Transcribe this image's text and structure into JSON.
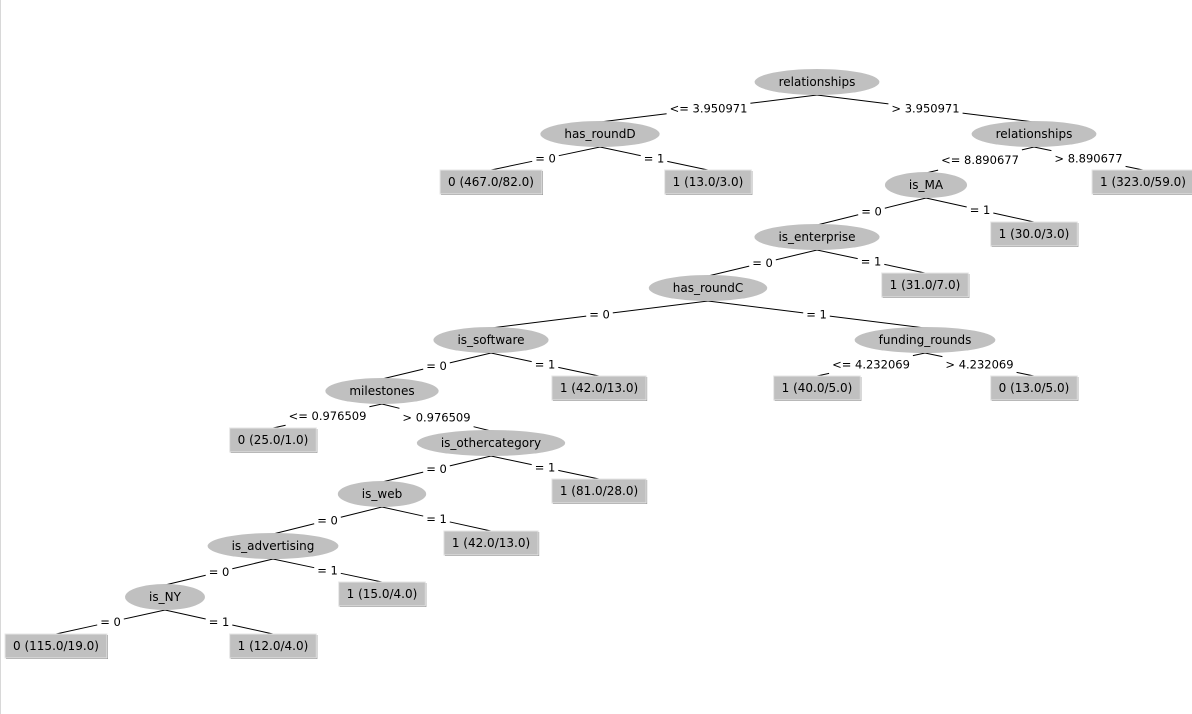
{
  "tree": {
    "nodes": [
      {
        "id": "n_rel1",
        "kind": "split",
        "label": "relationships"
      },
      {
        "id": "n_roundD",
        "kind": "split",
        "label": "has_roundD"
      },
      {
        "id": "n_rel2",
        "kind": "split",
        "label": "relationships"
      },
      {
        "id": "l1",
        "kind": "leaf",
        "label": "0 (467.0/82.0)"
      },
      {
        "id": "l2",
        "kind": "leaf",
        "label": "1 (13.0/3.0)"
      },
      {
        "id": "n_ma",
        "kind": "split",
        "label": "is_MA"
      },
      {
        "id": "l3",
        "kind": "leaf",
        "label": "1 (323.0/59.0)"
      },
      {
        "id": "n_ent",
        "kind": "split",
        "label": "is_enterprise"
      },
      {
        "id": "l4",
        "kind": "leaf",
        "label": "1 (30.0/3.0)"
      },
      {
        "id": "n_roundC",
        "kind": "split",
        "label": "has_roundC"
      },
      {
        "id": "l5",
        "kind": "leaf",
        "label": "1 (31.0/7.0)"
      },
      {
        "id": "n_soft",
        "kind": "split",
        "label": "is_software"
      },
      {
        "id": "n_fund",
        "kind": "split",
        "label": "funding_rounds"
      },
      {
        "id": "n_mile",
        "kind": "split",
        "label": "milestones"
      },
      {
        "id": "l6",
        "kind": "leaf",
        "label": "1 (42.0/13.0)"
      },
      {
        "id": "l7",
        "kind": "leaf",
        "label": "1 (40.0/5.0)"
      },
      {
        "id": "l8",
        "kind": "leaf",
        "label": "0 (13.0/5.0)"
      },
      {
        "id": "l9",
        "kind": "leaf",
        "label": "0 (25.0/1.0)"
      },
      {
        "id": "n_other",
        "kind": "split",
        "label": "is_othercategory"
      },
      {
        "id": "n_web",
        "kind": "split",
        "label": "is_web"
      },
      {
        "id": "l10",
        "kind": "leaf",
        "label": "1 (81.0/28.0)"
      },
      {
        "id": "n_adv",
        "kind": "split",
        "label": "is_advertising"
      },
      {
        "id": "l11",
        "kind": "leaf",
        "label": "1 (42.0/13.0)"
      },
      {
        "id": "n_ny",
        "kind": "split",
        "label": "is_NY"
      },
      {
        "id": "l12",
        "kind": "leaf",
        "label": "1 (15.0/4.0)"
      },
      {
        "id": "l13",
        "kind": "leaf",
        "label": "0 (115.0/19.0)"
      },
      {
        "id": "l14",
        "kind": "leaf",
        "label": "1 (12.0/4.0)"
      }
    ],
    "edges": [
      {
        "from": "n_rel1",
        "to": "n_roundD",
        "label": "<= 3.950971"
      },
      {
        "from": "n_rel1",
        "to": "n_rel2",
        "label": "> 3.950971"
      },
      {
        "from": "n_roundD",
        "to": "l1",
        "label": "= 0"
      },
      {
        "from": "n_roundD",
        "to": "l2",
        "label": "= 1"
      },
      {
        "from": "n_rel2",
        "to": "n_ma",
        "label": "<= 8.890677"
      },
      {
        "from": "n_rel2",
        "to": "l3",
        "label": "> 8.890677"
      },
      {
        "from": "n_ma",
        "to": "n_ent",
        "label": "= 0"
      },
      {
        "from": "n_ma",
        "to": "l4",
        "label": "= 1"
      },
      {
        "from": "n_ent",
        "to": "n_roundC",
        "label": "= 0"
      },
      {
        "from": "n_ent",
        "to": "l5",
        "label": "= 1"
      },
      {
        "from": "n_roundC",
        "to": "n_soft",
        "label": "= 0"
      },
      {
        "from": "n_roundC",
        "to": "n_fund",
        "label": "= 1"
      },
      {
        "from": "n_soft",
        "to": "n_mile",
        "label": "= 0"
      },
      {
        "from": "n_soft",
        "to": "l6",
        "label": "= 1"
      },
      {
        "from": "n_fund",
        "to": "l7",
        "label": "<= 4.232069"
      },
      {
        "from": "n_fund",
        "to": "l8",
        "label": "> 4.232069"
      },
      {
        "from": "n_mile",
        "to": "l9",
        "label": "<= 0.976509"
      },
      {
        "from": "n_mile",
        "to": "n_other",
        "label": "> 0.976509"
      },
      {
        "from": "n_other",
        "to": "n_web",
        "label": "= 0"
      },
      {
        "from": "n_other",
        "to": "l10",
        "label": "= 1"
      },
      {
        "from": "n_web",
        "to": "n_adv",
        "label": "= 0"
      },
      {
        "from": "n_web",
        "to": "l11",
        "label": "= 1"
      },
      {
        "from": "n_adv",
        "to": "n_ny",
        "label": "= 0"
      },
      {
        "from": "n_adv",
        "to": "l12",
        "label": "= 1"
      },
      {
        "from": "n_ny",
        "to": "l13",
        "label": "= 0"
      },
      {
        "from": "n_ny",
        "to": "l14",
        "label": "= 1"
      }
    ]
  },
  "colors": {
    "split_fill": "#c0c0c0",
    "leaf_fill": "#c0c0c0",
    "leaf_border": "#808080",
    "line": "#000000"
  }
}
